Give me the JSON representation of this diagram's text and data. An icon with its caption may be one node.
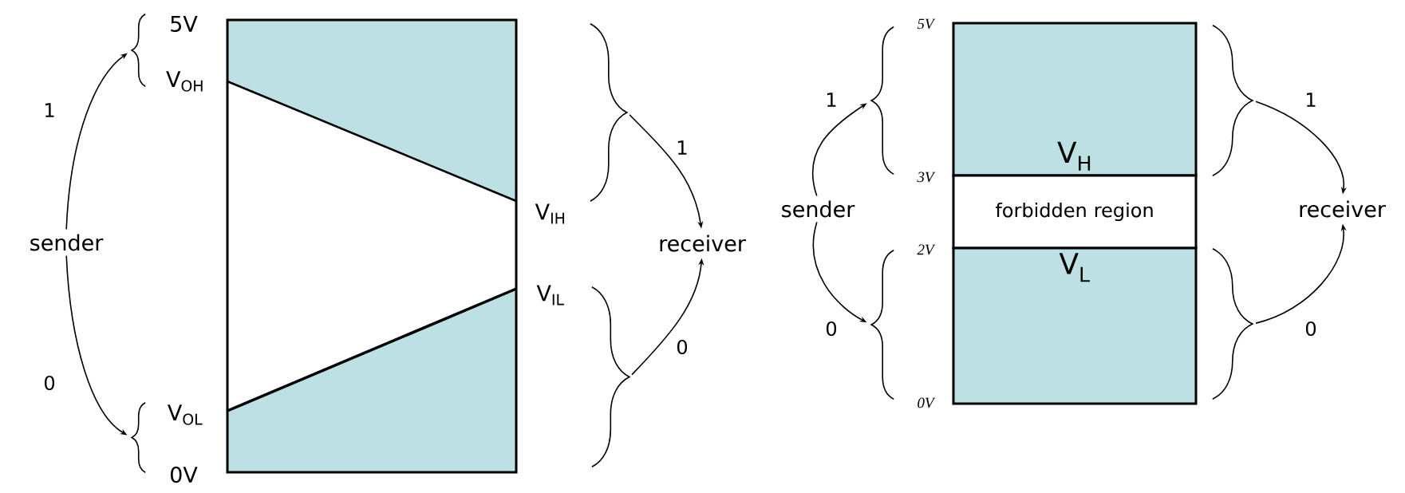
{
  "diagram": {
    "nodes": [
      {
        "text": [
          "sender"
        ]
      },
      {
        "text": [],
        "shape": "brace"
      },
      {
        "text": [],
        "shape": "brace"
      },
      {
        "text": [],
        "shape": "brace"
      },
      {
        "text": [],
        "shape": "brace"
      },
      {
        "text": [
          "receiver"
        ]
      },
      {
        "text": [
          "sender"
        ]
      },
      {
        "text": [],
        "shape": "brace"
      },
      {
        "text": [],
        "shape": "brace"
      },
      {
        "text": [
          "V$_{H}$"
        ]
      },
      {
        "text": [
          "forbidden region"
        ]
      },
      {
        "text": [
          "V$_{L}$"
        ]
      },
      {
        "text": [],
        "shape": "brace"
      },
      {
        "text": [],
        "shape": "brace"
      },
      {
        "text": [
          "receiver"
        ]
      }
    ],
    "edges": [
      {
        "from": 0,
        "to": 1,
        "arrow": "to",
        "label": "1"
      },
      {
        "from": 0,
        "to": 2,
        "arrow": "to",
        "label": "0"
      },
      {
        "from": 3,
        "to": 5,
        "arrow": "to",
        "label": "1"
      },
      {
        "from": 4,
        "to": 5,
        "arrow": "to",
        "label": "0"
      },
      {
        "from": 6,
        "to": 7,
        "arrow": "to",
        "label": "1"
      },
      {
        "from": 6,
        "to": 8,
        "arrow": "to",
        "label": "0"
      },
      {
        "from": 12,
        "to": 14,
        "arrow": "to",
        "label": "1"
      },
      {
        "from": 13,
        "to": 14,
        "arrow": "to",
        "label": "0"
      }
    ],
    "labels": [
      "5V",
      "V$_{OH}$",
      "V$_{IH}$",
      "V$_{IL}$",
      "V$_{OL}$",
      "0V",
      "5V",
      "3V",
      "2V",
      "0V"
    ]
  }
}
